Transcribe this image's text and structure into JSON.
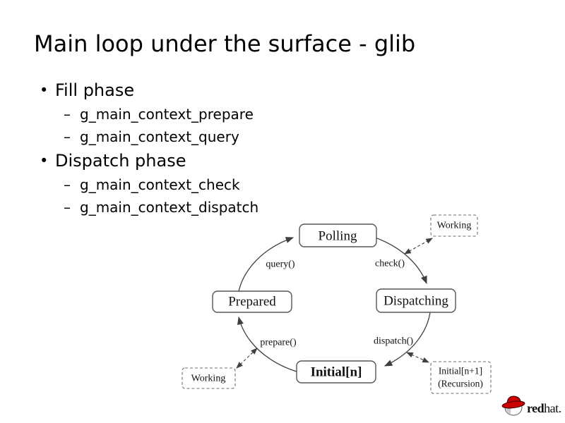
{
  "slide": {
    "title": "Main loop under the surface - glib",
    "bullet_char": "•",
    "dash_char": "–",
    "bullets": [
      {
        "level": 1,
        "label": "Fill phase"
      },
      {
        "level": 2,
        "label": "g_main_context_prepare"
      },
      {
        "level": 2,
        "label": "g_main_context_query"
      },
      {
        "level": 1,
        "label": "Dispatch phase"
      },
      {
        "level": 2,
        "label": "g_main_context_check"
      },
      {
        "level": 2,
        "label": "g_main_context_dispatch"
      }
    ]
  },
  "diagram": {
    "type": "state-cycle",
    "nodes": [
      {
        "id": "polling",
        "label": "Polling"
      },
      {
        "id": "dispatching",
        "label": "Dispatching"
      },
      {
        "id": "initial",
        "label": "Initial[n]"
      },
      {
        "id": "prepared",
        "label": "Prepared"
      }
    ],
    "edges": [
      {
        "from": "prepared",
        "to": "polling",
        "label": "query()"
      },
      {
        "from": "polling",
        "to": "dispatching",
        "label": "check()"
      },
      {
        "from": "dispatching",
        "to": "initial",
        "label": "dispatch()"
      },
      {
        "from": "initial",
        "to": "prepared",
        "label": "prepare()"
      }
    ],
    "side_nodes": [
      {
        "id": "working-top",
        "label": "Working"
      },
      {
        "id": "working-bottom",
        "label": "Working"
      },
      {
        "id": "recursion",
        "label_line1": "Initial[n+1]",
        "label_line2": "(Recursion)"
      }
    ],
    "colors": {
      "line": "#3f3f3f",
      "solid_box_border": "#555555",
      "dashed_box_border": "#6e6e6e",
      "text": "#111111"
    }
  },
  "footer": {
    "logo": {
      "text_bold": "red",
      "text_regular": "hat",
      "text_suffix": ".",
      "hat_red": "#cc0000",
      "text_color": "#2e2e2e"
    }
  }
}
